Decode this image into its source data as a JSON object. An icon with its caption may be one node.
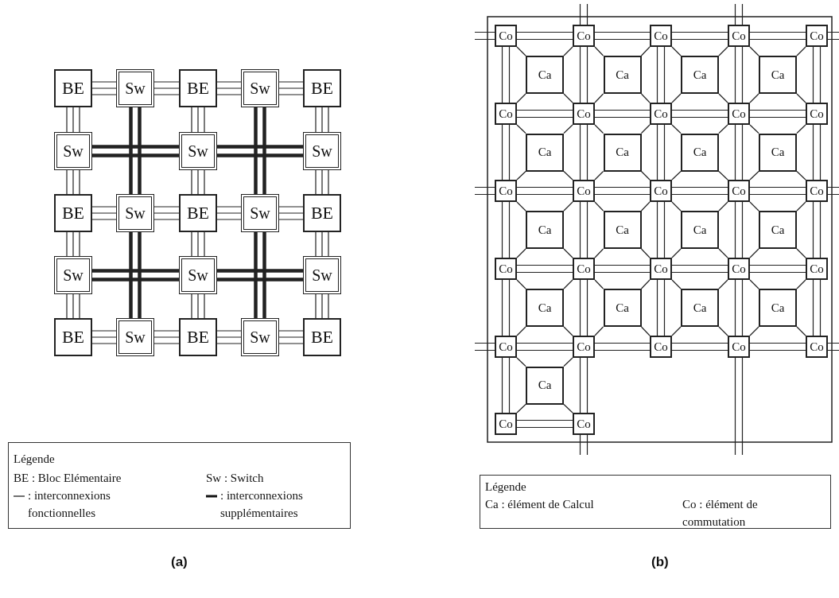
{
  "diagram": {
    "nodes": [
      {
        "text": [
          "BE"
        ]
      },
      {
        "text": [
          "Sw"
        ]
      },
      {
        "text": [
          "BE"
        ]
      },
      {
        "text": [
          "Sw"
        ]
      },
      {
        "text": [
          "BE"
        ]
      },
      {
        "text": [
          "Sw"
        ]
      },
      {
        "text": [
          "Sw"
        ]
      },
      {
        "text": [
          "Sw"
        ]
      },
      {
        "text": [
          "BE"
        ]
      },
      {
        "text": [
          "Sw"
        ]
      },
      {
        "text": [
          "BE"
        ]
      },
      {
        "text": [
          "Sw"
        ]
      },
      {
        "text": [
          "BE"
        ]
      },
      {
        "text": [
          "Sw"
        ]
      },
      {
        "text": [
          "Sw"
        ]
      },
      {
        "text": [
          "Sw"
        ]
      },
      {
        "text": [
          "BE"
        ]
      },
      {
        "text": [
          "Sw"
        ]
      },
      {
        "text": [
          "BE"
        ]
      },
      {
        "text": [
          "Sw"
        ]
      },
      {
        "text": [
          "BE"
        ]
      },
      {
        "text": [
          "Co"
        ]
      },
      {
        "text": [
          "Co"
        ]
      },
      {
        "text": [
          "Co"
        ]
      },
      {
        "text": [
          "Co"
        ]
      },
      {
        "text": [
          "Co"
        ]
      },
      {
        "text": [
          "Ca"
        ]
      },
      {
        "text": [
          "Ca"
        ]
      },
      {
        "text": [
          "Ca"
        ]
      },
      {
        "text": [
          "Ca"
        ]
      },
      {
        "text": [
          "Co"
        ]
      },
      {
        "text": [
          "Co"
        ]
      },
      {
        "text": [
          "Co"
        ]
      },
      {
        "text": [
          "Co"
        ]
      },
      {
        "text": [
          "Co"
        ]
      },
      {
        "text": [
          "Ca"
        ]
      },
      {
        "text": [
          "Ca"
        ]
      },
      {
        "text": [
          "Ca"
        ]
      },
      {
        "text": [
          "Ca"
        ]
      },
      {
        "text": [
          "Co"
        ]
      },
      {
        "text": [
          "Co"
        ]
      },
      {
        "text": [
          "Co"
        ]
      },
      {
        "text": [
          "Co"
        ]
      },
      {
        "text": [
          "Co"
        ]
      },
      {
        "text": [
          "Ca"
        ]
      },
      {
        "text": [
          "Ca"
        ]
      },
      {
        "text": [
          "Ca"
        ]
      },
      {
        "text": [
          "Ca"
        ]
      },
      {
        "text": [
          "Co"
        ]
      },
      {
        "text": [
          "Co"
        ]
      },
      {
        "text": [
          "Co"
        ]
      },
      {
        "text": [
          "Co"
        ]
      },
      {
        "text": [
          "Co"
        ]
      },
      {
        "text": [
          "Ca"
        ]
      },
      {
        "text": [
          "Ca"
        ]
      },
      {
        "text": [
          "Ca"
        ]
      },
      {
        "text": [
          "Ca"
        ]
      },
      {
        "text": [
          "Co"
        ]
      },
      {
        "text": [
          "Co"
        ]
      },
      {
        "text": [
          "Co"
        ]
      },
      {
        "text": [
          "Co"
        ]
      },
      {
        "text": [
          "Co"
        ]
      },
      {
        "text": [
          "Ca"
        ]
      },
      {
        "text": [
          "Co"
        ]
      },
      {
        "text": [
          "Co"
        ]
      }
    ],
    "edges": [
      {
        "from": 0,
        "to": 1,
        "arrow": "none"
      },
      {
        "from": 1,
        "to": 2,
        "arrow": "none"
      },
      {
        "from": 2,
        "to": 3,
        "arrow": "none"
      },
      {
        "from": 3,
        "to": 4,
        "arrow": "none"
      },
      {
        "from": 8,
        "to": 9,
        "arrow": "none"
      },
      {
        "from": 9,
        "to": 10,
        "arrow": "none"
      },
      {
        "from": 10,
        "to": 11,
        "arrow": "none"
      },
      {
        "from": 11,
        "to": 12,
        "arrow": "none"
      },
      {
        "from": 16,
        "to": 17,
        "arrow": "none"
      },
      {
        "from": 17,
        "to": 18,
        "arrow": "none"
      },
      {
        "from": 18,
        "to": 19,
        "arrow": "none"
      },
      {
        "from": 19,
        "to": 20,
        "arrow": "none"
      },
      {
        "from": 5,
        "to": 6,
        "arrow": "none",
        "style": "thick"
      },
      {
        "from": 6,
        "to": 7,
        "arrow": "none",
        "style": "thick"
      },
      {
        "from": 13,
        "to": 14,
        "arrow": "none",
        "style": "thick"
      },
      {
        "from": 14,
        "to": 15,
        "arrow": "none",
        "style": "thick"
      },
      {
        "from": 0,
        "to": 5,
        "arrow": "none"
      },
      {
        "from": 5,
        "to": 8,
        "arrow": "none"
      },
      {
        "from": 8,
        "to": 13,
        "arrow": "none"
      },
      {
        "from": 13,
        "to": 16,
        "arrow": "none"
      },
      {
        "from": 2,
        "to": 6,
        "arrow": "none"
      },
      {
        "from": 6,
        "to": 10,
        "arrow": "none"
      },
      {
        "from": 10,
        "to": 14,
        "arrow": "none"
      },
      {
        "from": 14,
        "to": 18,
        "arrow": "none"
      },
      {
        "from": 4,
        "to": 7,
        "arrow": "none"
      },
      {
        "from": 7,
        "to": 12,
        "arrow": "none"
      },
      {
        "from": 12,
        "to": 15,
        "arrow": "none"
      },
      {
        "from": 15,
        "to": 20,
        "arrow": "none"
      },
      {
        "from": 1,
        "to": 9,
        "arrow": "none",
        "style": "thick"
      },
      {
        "from": 9,
        "to": 17,
        "arrow": "none",
        "style": "thick"
      },
      {
        "from": 3,
        "to": 11,
        "arrow": "none",
        "style": "thick"
      },
      {
        "from": 11,
        "to": 19,
        "arrow": "none",
        "style": "thick"
      },
      {
        "from": 21,
        "to": 22,
        "arrow": "none"
      },
      {
        "from": 22,
        "to": 23,
        "arrow": "none"
      },
      {
        "from": 23,
        "to": 24,
        "arrow": "none"
      },
      {
        "from": 24,
        "to": 25,
        "arrow": "none"
      },
      {
        "from": 30,
        "to": 31,
        "arrow": "none"
      },
      {
        "from": 31,
        "to": 32,
        "arrow": "none"
      },
      {
        "from": 32,
        "to": 33,
        "arrow": "none"
      },
      {
        "from": 33,
        "to": 34,
        "arrow": "none"
      },
      {
        "from": 39,
        "to": 40,
        "arrow": "none"
      },
      {
        "from": 40,
        "to": 41,
        "arrow": "none"
      },
      {
        "from": 41,
        "to": 42,
        "arrow": "none"
      },
      {
        "from": 42,
        "to": 43,
        "arrow": "none"
      },
      {
        "from": 48,
        "to": 49,
        "arrow": "none"
      },
      {
        "from": 49,
        "to": 50,
        "arrow": "none"
      },
      {
        "from": 50,
        "to": 51,
        "arrow": "none"
      },
      {
        "from": 51,
        "to": 52,
        "arrow": "none"
      },
      {
        "from": 57,
        "to": 58,
        "arrow": "none"
      },
      {
        "from": 58,
        "to": 59,
        "arrow": "none"
      },
      {
        "from": 59,
        "to": 60,
        "arrow": "none"
      },
      {
        "from": 60,
        "to": 61,
        "arrow": "none"
      },
      {
        "from": 63,
        "to": 64,
        "arrow": "none"
      },
      {
        "from": 21,
        "to": 30,
        "arrow": "none"
      },
      {
        "from": 30,
        "to": 39,
        "arrow": "none"
      },
      {
        "from": 39,
        "to": 48,
        "arrow": "none"
      },
      {
        "from": 48,
        "to": 57,
        "arrow": "none"
      },
      {
        "from": 57,
        "to": 63,
        "arrow": "none"
      },
      {
        "from": 22,
        "to": 31,
        "arrow": "none"
      },
      {
        "from": 31,
        "to": 40,
        "arrow": "none"
      },
      {
        "from": 40,
        "to": 49,
        "arrow": "none"
      },
      {
        "from": 49,
        "to": 58,
        "arrow": "none"
      },
      {
        "from": 58,
        "to": 64,
        "arrow": "none"
      },
      {
        "from": 23,
        "to": 32,
        "arrow": "none"
      },
      {
        "from": 32,
        "to": 41,
        "arrow": "none"
      },
      {
        "from": 41,
        "to": 50,
        "arrow": "none"
      },
      {
        "from": 50,
        "to": 59,
        "arrow": "none"
      },
      {
        "from": 24,
        "to": 33,
        "arrow": "none"
      },
      {
        "from": 33,
        "to": 42,
        "arrow": "none"
      },
      {
        "from": 42,
        "to": 51,
        "arrow": "none"
      },
      {
        "from": 51,
        "to": 60,
        "arrow": "none"
      },
      {
        "from": 25,
        "to": 34,
        "arrow": "none"
      },
      {
        "from": 34,
        "to": 43,
        "arrow": "none"
      },
      {
        "from": 43,
        "to": 52,
        "arrow": "none"
      },
      {
        "from": 52,
        "to": 61,
        "arrow": "none"
      },
      {
        "from": 26,
        "to": 21,
        "arrow": "none"
      },
      {
        "from": 26,
        "to": 22,
        "arrow": "none"
      },
      {
        "from": 26,
        "to": 30,
        "arrow": "none"
      },
      {
        "from": 26,
        "to": 31,
        "arrow": "none"
      },
      {
        "from": 27,
        "to": 22,
        "arrow": "none"
      },
      {
        "from": 27,
        "to": 23,
        "arrow": "none"
      },
      {
        "from": 27,
        "to": 31,
        "arrow": "none"
      },
      {
        "from": 27,
        "to": 32,
        "arrow": "none"
      },
      {
        "from": 28,
        "to": 23,
        "arrow": "none"
      },
      {
        "from": 28,
        "to": 24,
        "arrow": "none"
      },
      {
        "from": 28,
        "to": 32,
        "arrow": "none"
      },
      {
        "from": 28,
        "to": 33,
        "arrow": "none"
      },
      {
        "from": 29,
        "to": 24,
        "arrow": "none"
      },
      {
        "from": 29,
        "to": 25,
        "arrow": "none"
      },
      {
        "from": 29,
        "to": 33,
        "arrow": "none"
      },
      {
        "from": 29,
        "to": 34,
        "arrow": "none"
      },
      {
        "from": 35,
        "to": 30,
        "arrow": "none"
      },
      {
        "from": 35,
        "to": 31,
        "arrow": "none"
      },
      {
        "from": 35,
        "to": 39,
        "arrow": "none"
      },
      {
        "from": 35,
        "to": 40,
        "arrow": "none"
      },
      {
        "from": 36,
        "to": 31,
        "arrow": "none"
      },
      {
        "from": 36,
        "to": 32,
        "arrow": "none"
      },
      {
        "from": 36,
        "to": 40,
        "arrow": "none"
      },
      {
        "from": 36,
        "to": 41,
        "arrow": "none"
      },
      {
        "from": 37,
        "to": 32,
        "arrow": "none"
      },
      {
        "from": 37,
        "to": 33,
        "arrow": "none"
      },
      {
        "from": 37,
        "to": 41,
        "arrow": "none"
      },
      {
        "from": 37,
        "to": 42,
        "arrow": "none"
      },
      {
        "from": 38,
        "to": 33,
        "arrow": "none"
      },
      {
        "from": 38,
        "to": 34,
        "arrow": "none"
      },
      {
        "from": 38,
        "to": 42,
        "arrow": "none"
      },
      {
        "from": 38,
        "to": 43,
        "arrow": "none"
      },
      {
        "from": 44,
        "to": 39,
        "arrow": "none"
      },
      {
        "from": 44,
        "to": 40,
        "arrow": "none"
      },
      {
        "from": 44,
        "to": 48,
        "arrow": "none"
      },
      {
        "from": 44,
        "to": 49,
        "arrow": "none"
      },
      {
        "from": 45,
        "to": 40,
        "arrow": "none"
      },
      {
        "from": 45,
        "to": 41,
        "arrow": "none"
      },
      {
        "from": 45,
        "to": 49,
        "arrow": "none"
      },
      {
        "from": 45,
        "to": 50,
        "arrow": "none"
      },
      {
        "from": 46,
        "to": 41,
        "arrow": "none"
      },
      {
        "from": 46,
        "to": 42,
        "arrow": "none"
      },
      {
        "from": 46,
        "to": 50,
        "arrow": "none"
      },
      {
        "from": 46,
        "to": 51,
        "arrow": "none"
      },
      {
        "from": 47,
        "to": 42,
        "arrow": "none"
      },
      {
        "from": 47,
        "to": 43,
        "arrow": "none"
      },
      {
        "from": 47,
        "to": 51,
        "arrow": "none"
      },
      {
        "from": 47,
        "to": 52,
        "arrow": "none"
      },
      {
        "from": 53,
        "to": 48,
        "arrow": "none"
      },
      {
        "from": 53,
        "to": 49,
        "arrow": "none"
      },
      {
        "from": 53,
        "to": 57,
        "arrow": "none"
      },
      {
        "from": 53,
        "to": 58,
        "arrow": "none"
      },
      {
        "from": 54,
        "to": 49,
        "arrow": "none"
      },
      {
        "from": 54,
        "to": 50,
        "arrow": "none"
      },
      {
        "from": 54,
        "to": 58,
        "arrow": "none"
      },
      {
        "from": 54,
        "to": 59,
        "arrow": "none"
      },
      {
        "from": 55,
        "to": 50,
        "arrow": "none"
      },
      {
        "from": 55,
        "to": 51,
        "arrow": "none"
      },
      {
        "from": 55,
        "to": 59,
        "arrow": "none"
      },
      {
        "from": 55,
        "to": 60,
        "arrow": "none"
      },
      {
        "from": 56,
        "to": 51,
        "arrow": "none"
      },
      {
        "from": 56,
        "to": 52,
        "arrow": "none"
      },
      {
        "from": 56,
        "to": 60,
        "arrow": "none"
      },
      {
        "from": 56,
        "to": 61,
        "arrow": "none"
      },
      {
        "from": 62,
        "to": 57,
        "arrow": "none"
      },
      {
        "from": 62,
        "to": 58,
        "arrow": "none"
      },
      {
        "from": 62,
        "to": 63,
        "arrow": "none"
      },
      {
        "from": 62,
        "to": 64,
        "arrow": "none"
      },
      {
        "from": null,
        "to": 21,
        "arrow": "none"
      },
      {
        "from": 25,
        "to": null,
        "arrow": "none"
      },
      {
        "from": null,
        "to": 39,
        "arrow": "none"
      },
      {
        "from": 43,
        "to": null,
        "arrow": "none"
      },
      {
        "from": null,
        "to": 57,
        "arrow": "none"
      },
      {
        "from": 61,
        "to": null,
        "arrow": "none"
      },
      {
        "from": null,
        "to": 22,
        "arrow": "none"
      },
      {
        "from": null,
        "to": 24,
        "arrow": "none"
      },
      {
        "from": 64,
        "to": null,
        "arrow": "none"
      },
      {
        "from": 60,
        "to": null,
        "arrow": "none"
      }
    ],
    "labels": [
      "Légende",
      "Légende",
      "(a)",
      "(b)"
    ],
    "legend": [
      {
        "text": "BE : Bloc Elémentaire"
      },
      {
        "text": "Sw : Switch"
      },
      {
        "text": ": interconnexions fonctionnelles"
      },
      {
        "text": ": interconnexions supplémentaires"
      },
      {
        "text": "Ca : élément de Calcul"
      },
      {
        "text": "Co : élément de commutation"
      }
    ]
  }
}
